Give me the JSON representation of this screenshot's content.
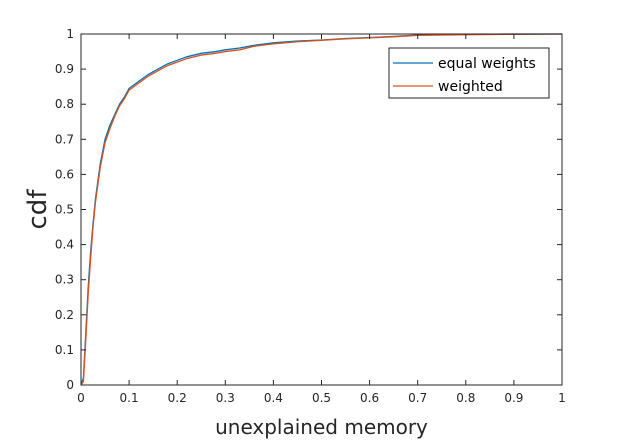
{
  "chart_data": {
    "type": "line",
    "xlabel": "unexplained memory",
    "ylabel": "cdf",
    "xlim": [
      0,
      1
    ],
    "ylim": [
      0,
      1
    ],
    "xticks": [
      0,
      0.1,
      0.2,
      0.3,
      0.4,
      0.5,
      0.6,
      0.7,
      0.8,
      0.9,
      1
    ],
    "yticks": [
      0,
      0.1,
      0.2,
      0.3,
      0.4,
      0.5,
      0.6,
      0.7,
      0.8,
      0.9,
      1
    ],
    "xtick_labels": [
      "0",
      "0.1",
      "0.2",
      "0.3",
      "0.4",
      "0.5",
      "0.6",
      "0.7",
      "0.8",
      "0.9",
      "1"
    ],
    "ytick_labels": [
      "0",
      "0.1",
      "0.2",
      "0.3",
      "0.4",
      "0.5",
      "0.6",
      "0.7",
      "0.8",
      "0.9",
      "1"
    ],
    "grid": false,
    "legend_position": "top-right",
    "series": [
      {
        "name": "equal weights",
        "color": "#0072BD",
        "x": [
          0,
          0.005,
          0.01,
          0.015,
          0.02,
          0.025,
          0.03,
          0.04,
          0.05,
          0.06,
          0.07,
          0.08,
          0.09,
          0.1,
          0.12,
          0.14,
          0.16,
          0.18,
          0.2,
          0.22,
          0.25,
          0.28,
          0.3,
          0.33,
          0.36,
          0.4,
          0.45,
          0.5,
          0.55,
          0.6,
          0.65,
          0.7,
          0.8,
          0.9,
          1.0
        ],
        "y": [
          0,
          0.02,
          0.15,
          0.28,
          0.38,
          0.46,
          0.53,
          0.63,
          0.7,
          0.74,
          0.77,
          0.8,
          0.82,
          0.845,
          0.865,
          0.885,
          0.9,
          0.915,
          0.925,
          0.935,
          0.945,
          0.95,
          0.955,
          0.96,
          0.968,
          0.975,
          0.98,
          0.983,
          0.987,
          0.99,
          0.993,
          0.997,
          0.999,
          1.0,
          1.0
        ]
      },
      {
        "name": "weighted",
        "color": "#D95319",
        "x": [
          0,
          0.005,
          0.01,
          0.015,
          0.02,
          0.025,
          0.03,
          0.04,
          0.05,
          0.06,
          0.07,
          0.08,
          0.09,
          0.1,
          0.12,
          0.14,
          0.16,
          0.18,
          0.2,
          0.22,
          0.25,
          0.28,
          0.3,
          0.33,
          0.36,
          0.4,
          0.45,
          0.5,
          0.55,
          0.6,
          0.65,
          0.7,
          0.8,
          0.9,
          1.0
        ],
        "y": [
          0,
          0.01,
          0.13,
          0.26,
          0.36,
          0.45,
          0.52,
          0.62,
          0.69,
          0.73,
          0.765,
          0.795,
          0.815,
          0.84,
          0.86,
          0.88,
          0.895,
          0.91,
          0.92,
          0.93,
          0.94,
          0.945,
          0.95,
          0.955,
          0.965,
          0.972,
          0.978,
          0.982,
          0.986,
          0.989,
          0.992,
          0.996,
          0.998,
          0.999,
          1.0
        ]
      }
    ]
  }
}
